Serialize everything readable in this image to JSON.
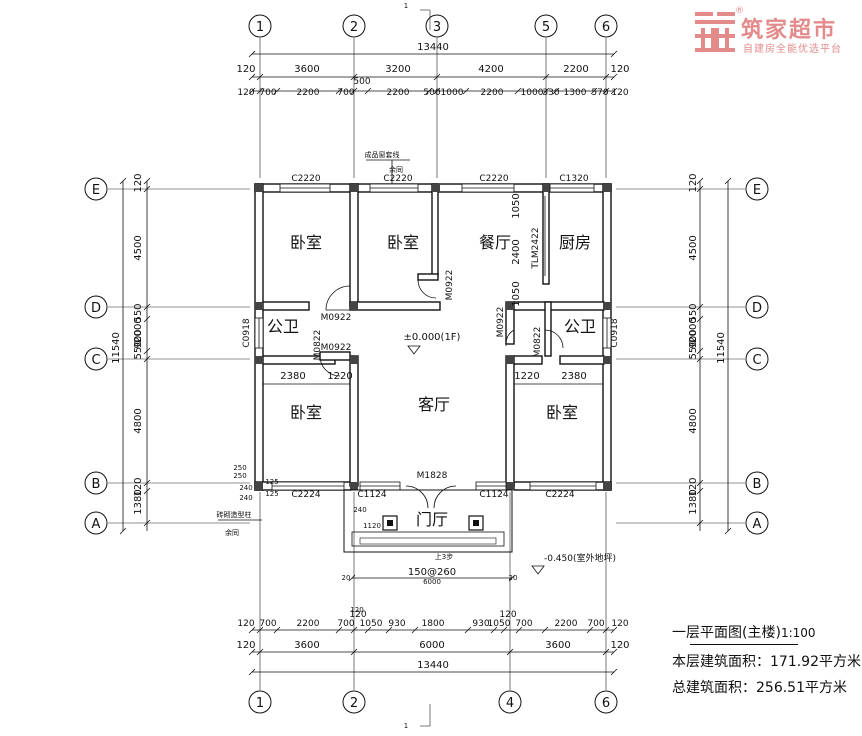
{
  "brand": {
    "name": "筑家超市",
    "tagline": "自建房全能优选平台",
    "reg_mark": "®"
  },
  "axes": {
    "columns_top": [
      "1",
      "2",
      "3",
      "5",
      "6"
    ],
    "columns_bottom": [
      "1",
      "2",
      "4",
      "6"
    ],
    "rows": [
      "E",
      "D",
      "C",
      "B",
      "A"
    ]
  },
  "dimensions": {
    "top_total": "13440",
    "top_row1": [
      "120",
      "3600",
      "3200",
      "4200",
      "2200",
      "120"
    ],
    "top_mid": "500",
    "top_row2": [
      "120",
      "700",
      "2200",
      "700",
      "2200",
      "500",
      "1000",
      "2200",
      "1000",
      "330",
      "1300",
      "570",
      "120"
    ],
    "bottom_row1": [
      "120",
      "700",
      "2200",
      "700",
      "1050",
      "930",
      "1800",
      "930",
      "1050",
      "700",
      "2200",
      "700",
      "120"
    ],
    "bottom_marks": [
      "120",
      "120"
    ],
    "bottom_row2": [
      "120",
      "3600",
      "6000",
      "3600",
      "120"
    ],
    "bottom_total": "13440",
    "left_col": [
      "120",
      "4500",
      "2000",
      "550",
      "900",
      "550",
      "4800",
      "1380",
      "120"
    ],
    "side_total": "11540",
    "right_col": [
      "120",
      "4500",
      "2000",
      "550",
      "900",
      "550",
      "4800",
      "1380",
      "120"
    ],
    "inner": [
      "2380",
      "1220",
      "1220",
      "2380",
      "1050",
      "2400",
      "1050"
    ]
  },
  "rooms": [
    "卧室",
    "卧室",
    "餐厅",
    "厨房",
    "公卫",
    "公卫",
    "客厅",
    "卧室",
    "卧室",
    "门厅"
  ],
  "openings": [
    "C2220",
    "C2220",
    "C2220",
    "C1320",
    "C0918",
    "C0918",
    "C2224",
    "C2224",
    "C1124",
    "C1124",
    "M0922",
    "M0922",
    "M0922",
    "M0922",
    "M0822",
    "M0822",
    "M1828",
    "TLM2422"
  ],
  "annotations": {
    "elevation_in": "±0.000(1F)",
    "elevation_out": "-0.450(室外地坪)",
    "window_note_1": "成品窗套线",
    "window_note_2": "余同",
    "column_note_1": "砖砌造型柱",
    "column_note_2": "余同",
    "steps_up": "上3步",
    "steps_spec": "150@260",
    "porch_width": "6000",
    "porch_small": [
      "1120",
      "20",
      "20",
      "120",
      "250",
      "250",
      "240",
      "240",
      "125",
      "125",
      "240"
    ],
    "section_mark": "1"
  },
  "legend": {
    "title": "一层平面图(主楼)",
    "scale": "1:100",
    "floor_area": "本层建筑面积：171.92平方米",
    "total_area": "总建筑面积：256.51平方米"
  }
}
